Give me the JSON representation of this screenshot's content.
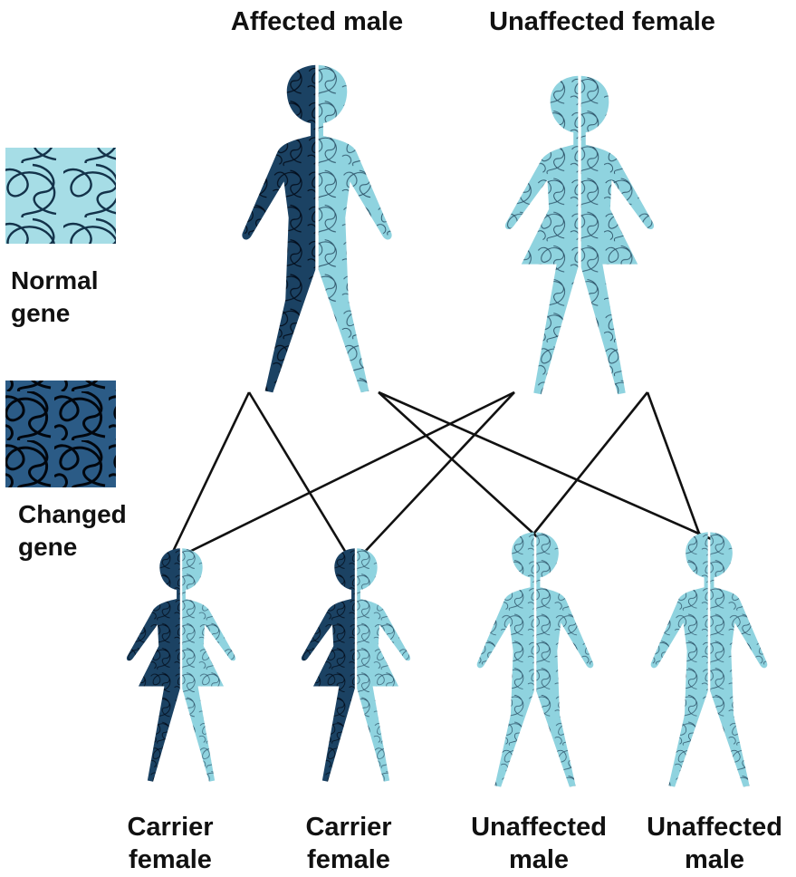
{
  "title": "",
  "parents": {
    "father_label": "Affected male",
    "mother_label": "Unaffected female"
  },
  "legend": {
    "normal_gene": {
      "line1": "Normal",
      "line2": "gene"
    },
    "changed_gene": {
      "line1": "Changed",
      "line2": "gene"
    }
  },
  "children": [
    {
      "line1": "Carrier",
      "line2": "female"
    },
    {
      "line1": "Carrier",
      "line2": "female"
    },
    {
      "line1": "Unaffected",
      "line2": "male"
    },
    {
      "line1": "Unaffected",
      "line2": "male"
    }
  ],
  "colors": {
    "normal_gene": "#8fd3df",
    "normal_gene_texture": "#1c3d55",
    "changed_gene": "#1b4263",
    "changed_gene_texture": "#000814",
    "connector": "#111111"
  }
}
